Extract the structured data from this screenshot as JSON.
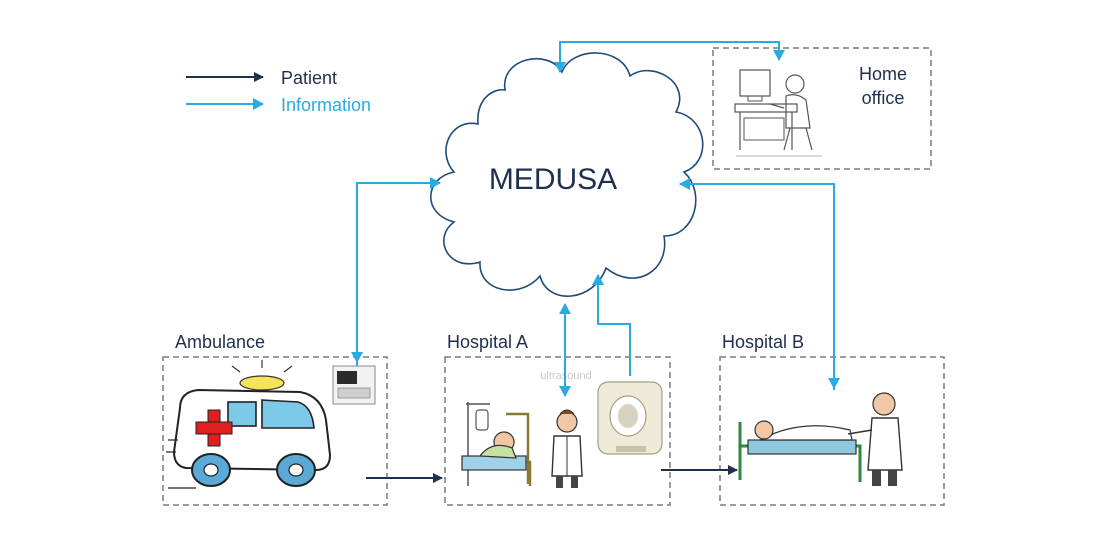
{
  "legend": {
    "patient": {
      "label": "Patient",
      "color": "#1f2f4d"
    },
    "information": {
      "label": "Information",
      "color": "#29abe2"
    }
  },
  "cloud": {
    "label": "MEDUSA"
  },
  "nodes": {
    "home_office": {
      "label_line1": "Home",
      "label_line2": "office",
      "image": "doctor-at-computer-icon"
    },
    "ambulance": {
      "label": "Ambulance",
      "image": "ambulance-icon",
      "device": "ultrasound-device-icon"
    },
    "hospital_a": {
      "label": "Hospital A",
      "faint_text": "ultrasound",
      "images": [
        "patient-in-bed-icon",
        "doctor-icon",
        "mri-scanner-icon"
      ]
    },
    "hospital_b": {
      "label": "Hospital B",
      "image": "doctor-examining-patient-icon"
    }
  },
  "colors": {
    "box_border": "#7a7a7a",
    "text": "#1f2f4d"
  }
}
